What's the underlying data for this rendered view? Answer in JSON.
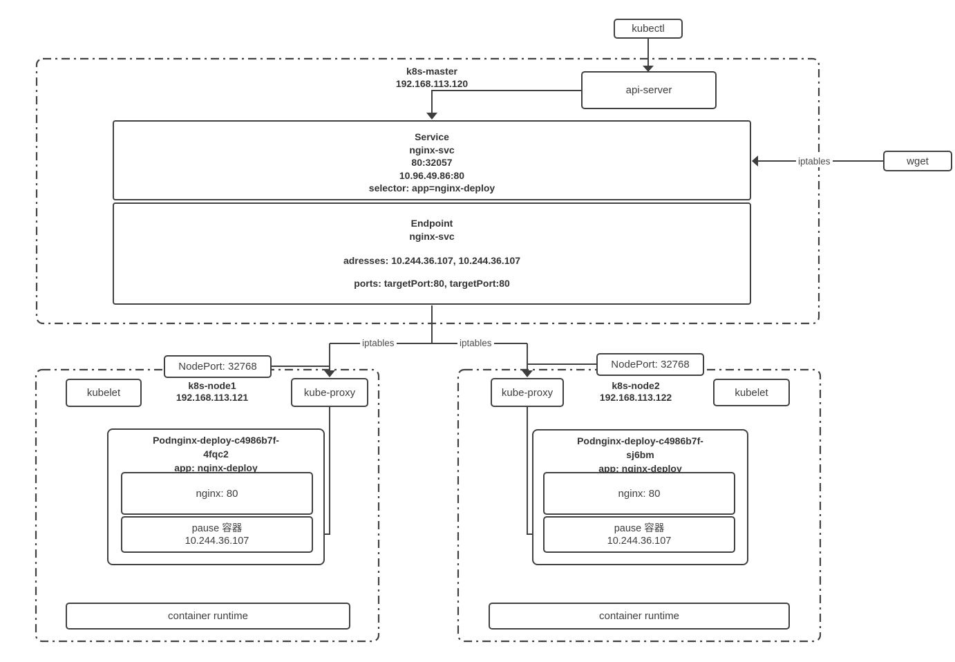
{
  "colors": {
    "line": "#404040",
    "text": "#3d3d3d",
    "bold_text": "#333333",
    "background": "#ffffff"
  },
  "diagram": {
    "kubectl_label": "kubectl",
    "api_server_label": "api-server",
    "wget_label": "wget",
    "iptables_labels": {
      "wget_arrow": "iptables",
      "branch_left": "iptables",
      "branch_right": "iptables"
    },
    "master": {
      "name": "k8s-master",
      "ip": "192.168.113.120",
      "service": {
        "title": "Service",
        "name": "nginx-svc",
        "port_mapping": "80:32057",
        "cluster_ip": "10.96.49.86:80",
        "selector": "selector: app=nginx-deploy"
      },
      "endpoint": {
        "title": "Endpoint",
        "name": "nginx-svc",
        "addresses": "adresses: 10.244.36.107, 10.244.36.107",
        "ports": "ports: targetPort:80, targetPort:80"
      }
    },
    "node1": {
      "name": "k8s-node1",
      "ip": "192.168.113.121",
      "nodeport": "NodePort: 32768",
      "kubelet": "kubelet",
      "kube_proxy": "kube-proxy",
      "runtime": "container runtime",
      "pod": {
        "title_line1": "Podnginx-deploy-c4986b7f-",
        "title_line2": "4fqc2",
        "title_line3": "app: nginx-deploy",
        "nginx_container": "nginx: 80",
        "pause_line1": "pause 容器",
        "pause_line2": "10.244.36.107"
      }
    },
    "node2": {
      "name": "k8s-node2",
      "ip": "192.168.113.122",
      "nodeport": "NodePort: 32768",
      "kubelet": "kubelet",
      "kube_proxy": "kube-proxy",
      "runtime": "container runtime",
      "pod": {
        "title_line1": "Podnginx-deploy-c4986b7f-",
        "title_line2": "sj6bm",
        "title_line3": "app: nginx-deploy",
        "nginx_container": "nginx: 80",
        "pause_line1": "pause 容器",
        "pause_line2": "10.244.36.107"
      }
    }
  }
}
